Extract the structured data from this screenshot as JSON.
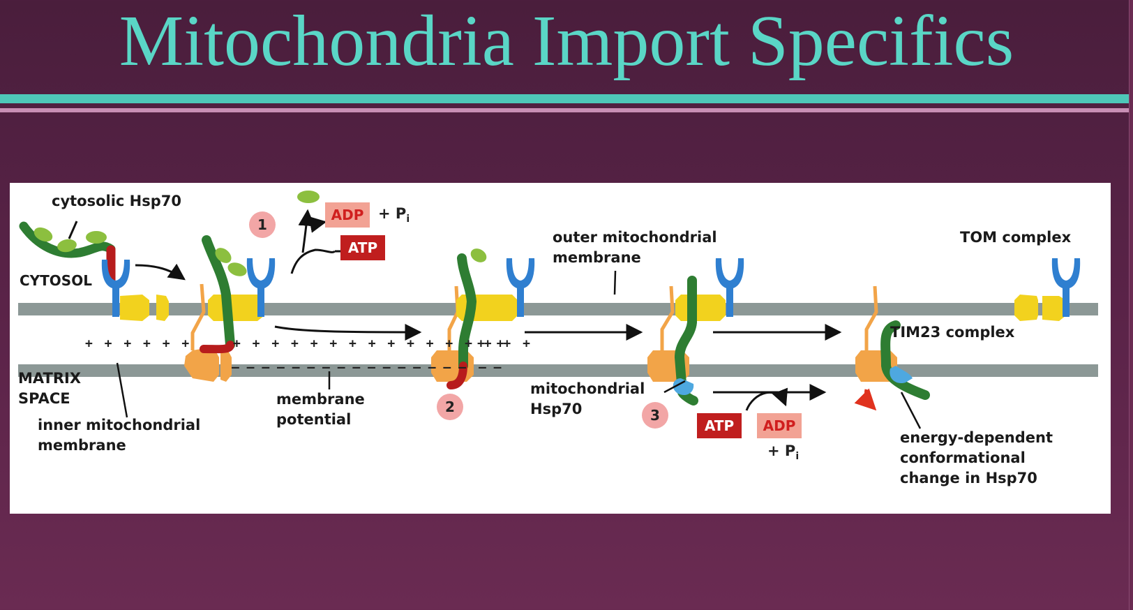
{
  "slide": {
    "title": "Mitochondria Import Specifics"
  },
  "diagram": {
    "labels": {
      "cytosolic_hsp70": "cytosolic Hsp70",
      "cytosol": "CYTOSOL",
      "matrix_line1": "MATRIX",
      "matrix_line2": "SPACE",
      "inner_membrane_line1": "inner mitochondrial",
      "inner_membrane_line2": "membrane",
      "membrane_potential_line1": "membrane",
      "membrane_potential_line2": "potential",
      "outer_membrane_line1": "outer mitochondrial",
      "outer_membrane_line2": "membrane",
      "mito_hsp70_line1": "mitochondrial",
      "mito_hsp70_line2": "Hsp70",
      "tom_complex": "TOM complex",
      "tim23_complex": "TIM23 complex",
      "energy_line1": "energy-dependent",
      "energy_line2": "conformational",
      "energy_line3": "change in Hsp70"
    },
    "steps": [
      "1",
      "2",
      "3"
    ],
    "boxes": {
      "adp": "ADP",
      "atp": "ATP"
    },
    "pi_text": "+ P",
    "pi_sub": "i",
    "charges": {
      "plus_left": "+ + + + + +",
      "plus_mid": "+ + + + + + + + + + + + + + + +",
      "plus_right": "+ +",
      "minus": "– – – – – – – – – – – – – – – –",
      "minus_right": "– –"
    },
    "colors": {
      "membrane": "#8c9896",
      "green_chain": "#2e7d32",
      "light_green": "#8cbf3f",
      "red_tip": "#b71c1c",
      "tom_blue": "#2f7fd0",
      "yellow": "#f2d21e",
      "tim_orange": "#f2a448"
    }
  }
}
